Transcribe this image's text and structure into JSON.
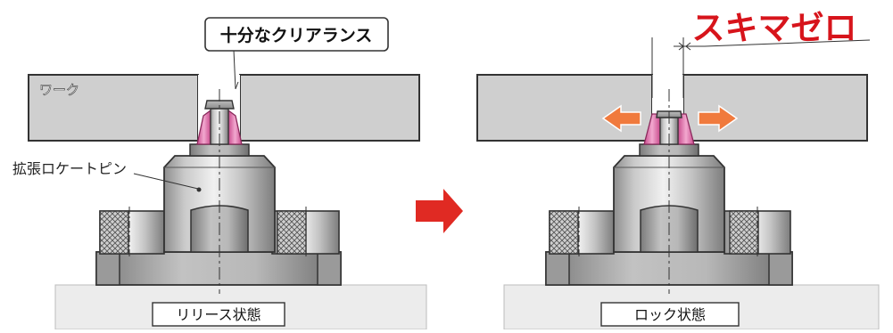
{
  "left_panel": {
    "clearance_callout": "十分なクリアランス",
    "workpiece_label": "ワーク",
    "pin_label": "拡張ロケートピン",
    "state_label": "リリース状態"
  },
  "right_panel": {
    "headline": "スキマゼロ",
    "state_label": "ロック状態"
  },
  "colors": {
    "headline_red": "#d7141b",
    "arrow_red": "#e8412c",
    "arrow_orange": "#f07a3d",
    "sleeve_pink": "#e07ab0",
    "workpiece_gray": "#cfcfcf",
    "base_plate_gray": "#ececec"
  }
}
